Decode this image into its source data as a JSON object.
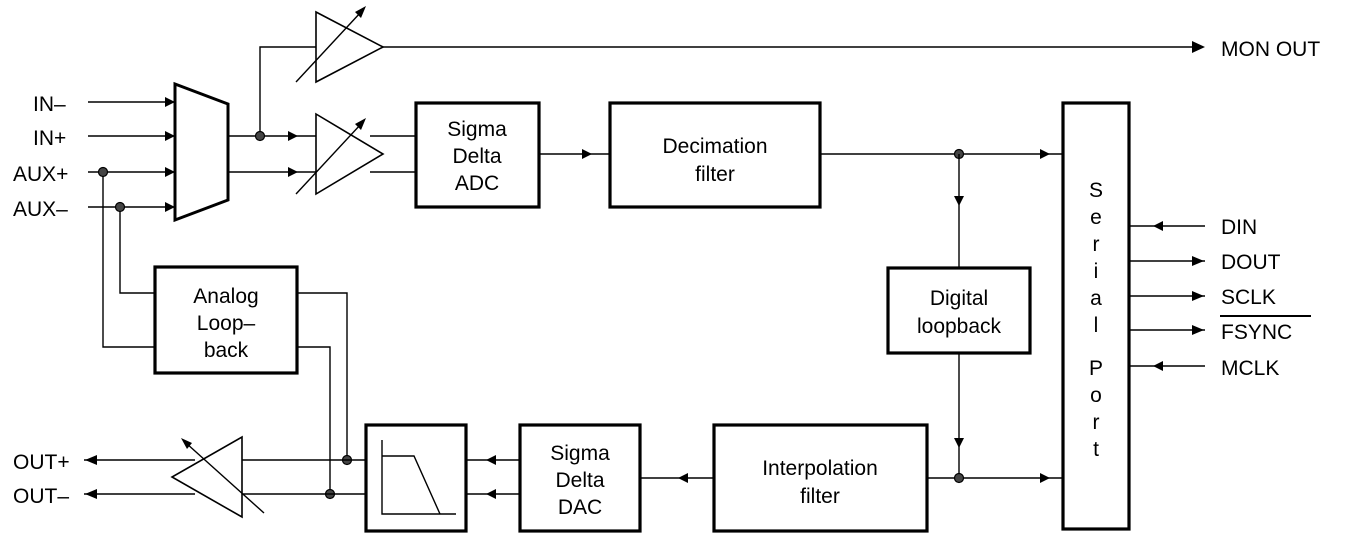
{
  "inputs": {
    "in_minus": "IN–",
    "in_plus": "IN+",
    "aux_plus": "AUX+",
    "aux_minus": "AUX–"
  },
  "outputs": {
    "mon_out": "MON OUT",
    "out_plus": "OUT+",
    "out_minus": "OUT–"
  },
  "blocks": {
    "adc": [
      "Sigma",
      "Delta",
      "ADC"
    ],
    "decimation": [
      "Decimation",
      "filter"
    ],
    "digital_loopback": [
      "Digital",
      "loopback"
    ],
    "analog_loopback": [
      "Analog",
      "Loop–",
      "back"
    ],
    "dac": [
      "Sigma",
      "Delta",
      "DAC"
    ],
    "interpolation": [
      "Interpolation",
      "filter"
    ],
    "serial_port": [
      "S",
      "e",
      "r",
      "i",
      "a",
      "l",
      "P",
      "o",
      "r",
      "t"
    ]
  },
  "serial_signals": {
    "din": "DIN",
    "dout": "DOUT",
    "sclk": "SCLK",
    "fsync": "FSYNC",
    "mclk": "MCLK"
  }
}
